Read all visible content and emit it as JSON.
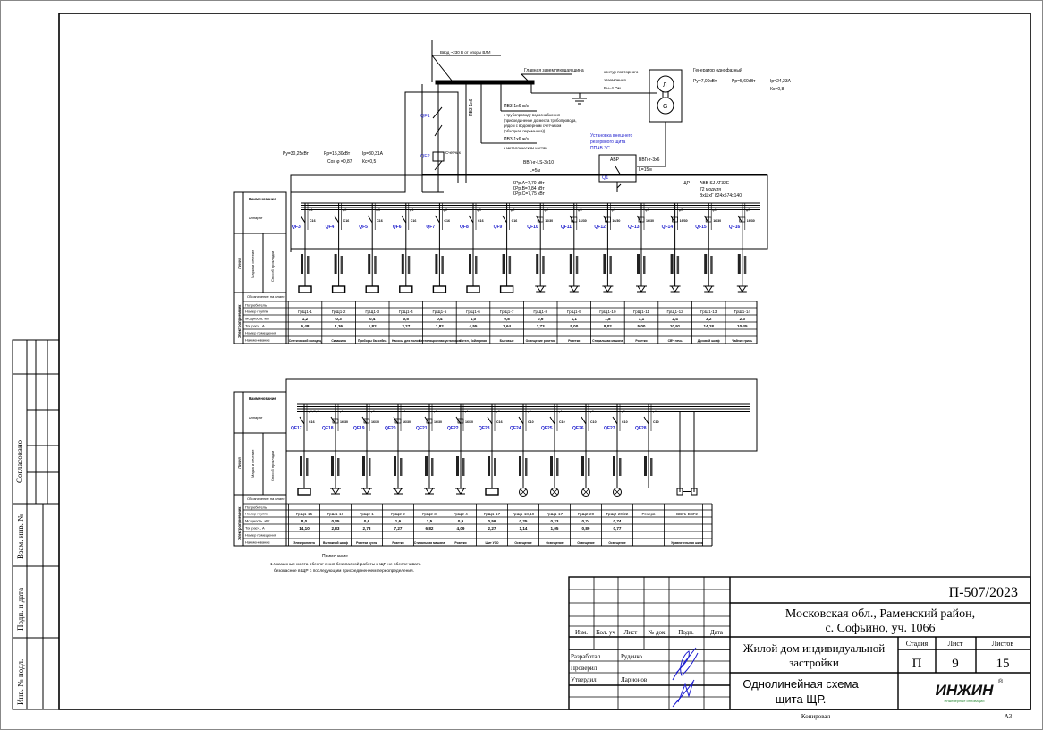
{
  "title_block": {
    "doc_number": "П-507/2023",
    "address_line1": "Московская обл., Раменский район,",
    "address_line2": "с. Софьино, уч. 1066",
    "object_line1": "Жилой дом индивидуальной",
    "object_line2": "застройки",
    "sheet_title_line1": "Однолинейная схема",
    "sheet_title_line2": "щита ЩР.",
    "stage_label": "Стадия",
    "sheet_label": "Лист",
    "sheets_label": "Листов",
    "stage": "П",
    "sheet": "9",
    "sheets": "15",
    "col_headers": [
      "Изм.",
      "Кол. уч",
      "Лист",
      "№ док",
      "Подп.",
      "Дата"
    ],
    "roles": [
      {
        "role": "Разработал",
        "name": "Руденко"
      },
      {
        "role": "Проверил",
        "name": ""
      },
      {
        "role": "Утвердил",
        "name": "Ларионов"
      }
    ],
    "logo_text": "ИНЖИН",
    "logo_subtitle": "Инженерные инновации",
    "logo_color": "#2e8b3a",
    "copied_label": "Копировал",
    "format_label": "А3"
  },
  "side_stamp": {
    "agreed": "Согласовано",
    "replaced_inv": "Взам. инв. №",
    "sign_date": "Подп. и дата",
    "inv_orig": "Инв. № подл."
  },
  "generator": {
    "title": "Генератор однофазный",
    "p_inst": "Ру=7,00кВт",
    "p_calc": "Рр=5,60кВт",
    "current": "Iр=24,23А",
    "kc": "Кс=0,8",
    "symbol_top": "Л",
    "symbol_bottom": "G"
  },
  "grounding": {
    "bus_label": "Главная заземляющая шина",
    "loop_line1": "контур повторного",
    "loop_line2": "заземления",
    "loop_line3": "Rн=4 Ом",
    "lightning": "Ввод ~230 В от опоры ВЛИ",
    "cable1": "ПВ3-1х6 ж/з",
    "cable1_note1": "к трубопроводу водоснабжения",
    "cable1_note2": "(присоединение до места трубопровода,",
    "cable1_note3": "рядом с водомерным счетчиком",
    "cable1_note4": "(обходная перемычка))",
    "cable2": "ПВ3-1х6 ж/з",
    "cable2_note": "к металлическим частям",
    "pe_label": "ПВ3-1х6"
  },
  "input": {
    "p_inst": "Ру=30,25кВт",
    "p_calc": "Рр=15,30кВт",
    "current": "Iр=30,31А",
    "cos": "Cos φ =0,87",
    "kc": "Кс=0,5",
    "qf1": "QF1",
    "qf2": "QF2",
    "meter": "Счетчик",
    "ats_label": "АВР",
    "ats_note_line1": "Установка внешнего",
    "ats_note_line2": "резервного щита",
    "ats_note_line3": "ППАВ ЗС",
    "q1": "Q1",
    "cable_in": "ВВГнг-LS-3х10",
    "cable_in_len": "L=5м",
    "cable_gen": "ВВГнг-3х6",
    "cable_gen_len": "L=15м",
    "phase_a": "ΣРр.А=7,70 кВт",
    "phase_b": "ΣРр.B=7,84 кВт",
    "phase_c": "ΣРр.C=7,75 кВт",
    "panel_label": "ЩР",
    "panel_info1": "ABB SJ AT32E",
    "panel_info2": "72 модуля",
    "panel_info3": "ВхШхГ 824х574х140"
  },
  "row_labels": {
    "name": "Наименование",
    "app": "Аппарат",
    "line": "Линия",
    "mark": "Марка и сечение",
    "method": "Способ прокладки",
    "designation": "Обозначение на плане",
    "consumer": "Потребитель",
    "group": "Номер группы",
    "power": "Мощность, кВт",
    "current": "Ток расч., А",
    "room": "Номер помещения",
    "label": "Наименование",
    "vertical": "Электроприемник"
  },
  "groups_top": [
    {
      "qf": "QF3",
      "phase": "φ1",
      "rating": "C16",
      "group": "ГрЩ1-1",
      "power": "1,2",
      "current": "6,48",
      "name": "Септический колодец",
      "load": "box"
    },
    {
      "qf": "QF4",
      "phase": "φ2",
      "rating": "C16",
      "group": "ГрЩ1-2",
      "power": "0,3",
      "current": "1,36",
      "name": "Скважина",
      "load": "box"
    },
    {
      "qf": "QF5",
      "phase": "φ3",
      "rating": "C16",
      "group": "ГрЩ1-3",
      "power": "0,4",
      "current": "1,82",
      "name": "Приборы бассейна",
      "load": "box"
    },
    {
      "qf": "QF6",
      "phase": "φ1",
      "rating": "C16",
      "group": "ГрЩ1-4",
      "power": "0,5",
      "current": "2,27",
      "name": "Насосы для полов",
      "load": "box"
    },
    {
      "qf": "QF7",
      "phase": "φ2",
      "rating": "C16",
      "group": "ГрЩ1-5",
      "power": "0,4",
      "current": "1,82",
      "name": "Вентиляционная установка",
      "load": "box"
    },
    {
      "qf": "QF8",
      "phase": "φ3",
      "rating": "C16",
      "group": "ГрЩ1-6",
      "power": "1,0",
      "current": "4,55",
      "name": "Котел, бойлерная",
      "load": "box"
    },
    {
      "qf": "QF9",
      "phase": "φ2",
      "rating": "C16",
      "group": "ГрЩ1-7",
      "power": "0,8",
      "current": "3,64",
      "name": "Бытовые",
      "load": "box"
    },
    {
      "qf": "QF10",
      "phase": "φ2",
      "rating": "16/30",
      "group": "ГрЩ1-8",
      "power": "0,6",
      "current": "2,73",
      "name": "Освещение розетки",
      "load": "socket"
    },
    {
      "qf": "QF11",
      "phase": "φ3",
      "rating": "16/30",
      "group": "ГрЩ1-9",
      "power": "1,1",
      "current": "5,00",
      "name": "Розетки",
      "load": "socket"
    },
    {
      "qf": "QF12",
      "phase": "φ1",
      "rating": "16/30",
      "group": "ГрЩ1-10",
      "power": "1,8",
      "current": "8,02",
      "name": "Стиральная машина",
      "load": "socket"
    },
    {
      "qf": "QF13",
      "phase": "φ3",
      "rating": "16/30",
      "group": "ГрЩ1-11",
      "power": "1,1",
      "current": "5,00",
      "name": "Розетки",
      "load": "socket"
    },
    {
      "qf": "QF14",
      "phase": "φ2",
      "rating": "16/30",
      "group": "ГрЩ1-12",
      "power": "2,4",
      "current": "10,91",
      "name": "СВЧ печь",
      "load": "socket"
    },
    {
      "qf": "QF15",
      "phase": "φ1",
      "rating": "16/30",
      "group": "ГрЩ1-13",
      "power": "3,2",
      "current": "14,18",
      "name": "Духовой шкаф",
      "load": "socket"
    },
    {
      "qf": "QF16",
      "phase": "φ3",
      "rating": "16/30",
      "group": "ГрЩ1-14",
      "power": "2,3",
      "current": "10,45",
      "name": "Чайник гриль",
      "load": "socket"
    }
  ],
  "groups_bottom": [
    {
      "qf": "QF17",
      "phase": "φA,B,C",
      "rating": "C16",
      "group": "ГрЩ1-15",
      "power": "8,0",
      "current": "14,10",
      "name": "Электроплита",
      "load": "box"
    },
    {
      "qf": "QF18",
      "phase": "φ2",
      "rating": "16/30",
      "group": "ГрЩ1-16",
      "power": "0,35",
      "current": "2,83",
      "name": "Вытяжной шкаф",
      "load": "socket"
    },
    {
      "qf": "QF19",
      "phase": "φ3",
      "rating": "16/30",
      "group": "ГрЩ2-1",
      "power": "0,6",
      "current": "2,73",
      "name": "Розетки кухни",
      "load": "socket"
    },
    {
      "qf": "QF20",
      "phase": "φ1",
      "rating": "16/30",
      "group": "ГрЩ2-2",
      "power": "1,6",
      "current": "7,27",
      "name": "Розетки",
      "load": "socket"
    },
    {
      "qf": "QF21",
      "phase": "φ2",
      "rating": "16/30",
      "group": "ГрЩ2-3",
      "power": "1,5",
      "current": "6,82",
      "name": "Стиральная машина",
      "load": "socket"
    },
    {
      "qf": "QF22",
      "phase": "φ1",
      "rating": "16/30",
      "group": "ГрЩ2-4",
      "power": "0,9",
      "current": "4,09",
      "name": "Розетки",
      "load": "socket"
    },
    {
      "qf": "QF23",
      "phase": "φ2",
      "rating": "C16",
      "group": "ГрЩ1-17",
      "power": "0,59",
      "current": "2,27",
      "name": "Щит УЗО",
      "load": "box"
    },
    {
      "qf": "QF24",
      "phase": "φ3",
      "rating": "C10",
      "group": "ГрЩ1-18,19",
      "power": "0,25",
      "current": "1,14",
      "name": "Освещение",
      "load": "lamp"
    },
    {
      "qf": "QF25",
      "phase": "φ1",
      "rating": "C10",
      "group": "ГрЩ1-17",
      "power": "0,23",
      "current": "1,05",
      "name": "Освещение",
      "load": "lamp"
    },
    {
      "qf": "QF26",
      "phase": "φ2",
      "rating": "C10",
      "group": "ГрЩ2-20",
      "power": "0,74",
      "current": "0,89",
      "name": "Освещение",
      "load": "lamp"
    },
    {
      "qf": "QF27",
      "phase": "φ3",
      "rating": "C10",
      "group": "ГрЩ2-20/22",
      "power": "0,74",
      "current": "0,77",
      "name": "Освещение",
      "load": "lamp"
    },
    {
      "qf": "QF28",
      "phase": "φA",
      "rating": "C10",
      "group": "Резерв",
      "power": "",
      "current": "",
      "name": "",
      "load": "none"
    },
    {
      "qf": "",
      "phase": "",
      "rating": "",
      "group": "ВВГ1-ВВГ2",
      "power": "",
      "current": "",
      "name": "Уравнительная шина",
      "load": "bus"
    }
  ],
  "notes": {
    "title": "Примечание",
    "line1": "1.Указанные места обеспечения безопасной работы в ЩР не обеспечивать",
    "line2": "безопасное в ЩР с последующим присоединением переопределения."
  },
  "colors": {
    "ink": "#000000",
    "label_blue": "#1a1acc",
    "signature_blue": "#1b1bd0"
  }
}
